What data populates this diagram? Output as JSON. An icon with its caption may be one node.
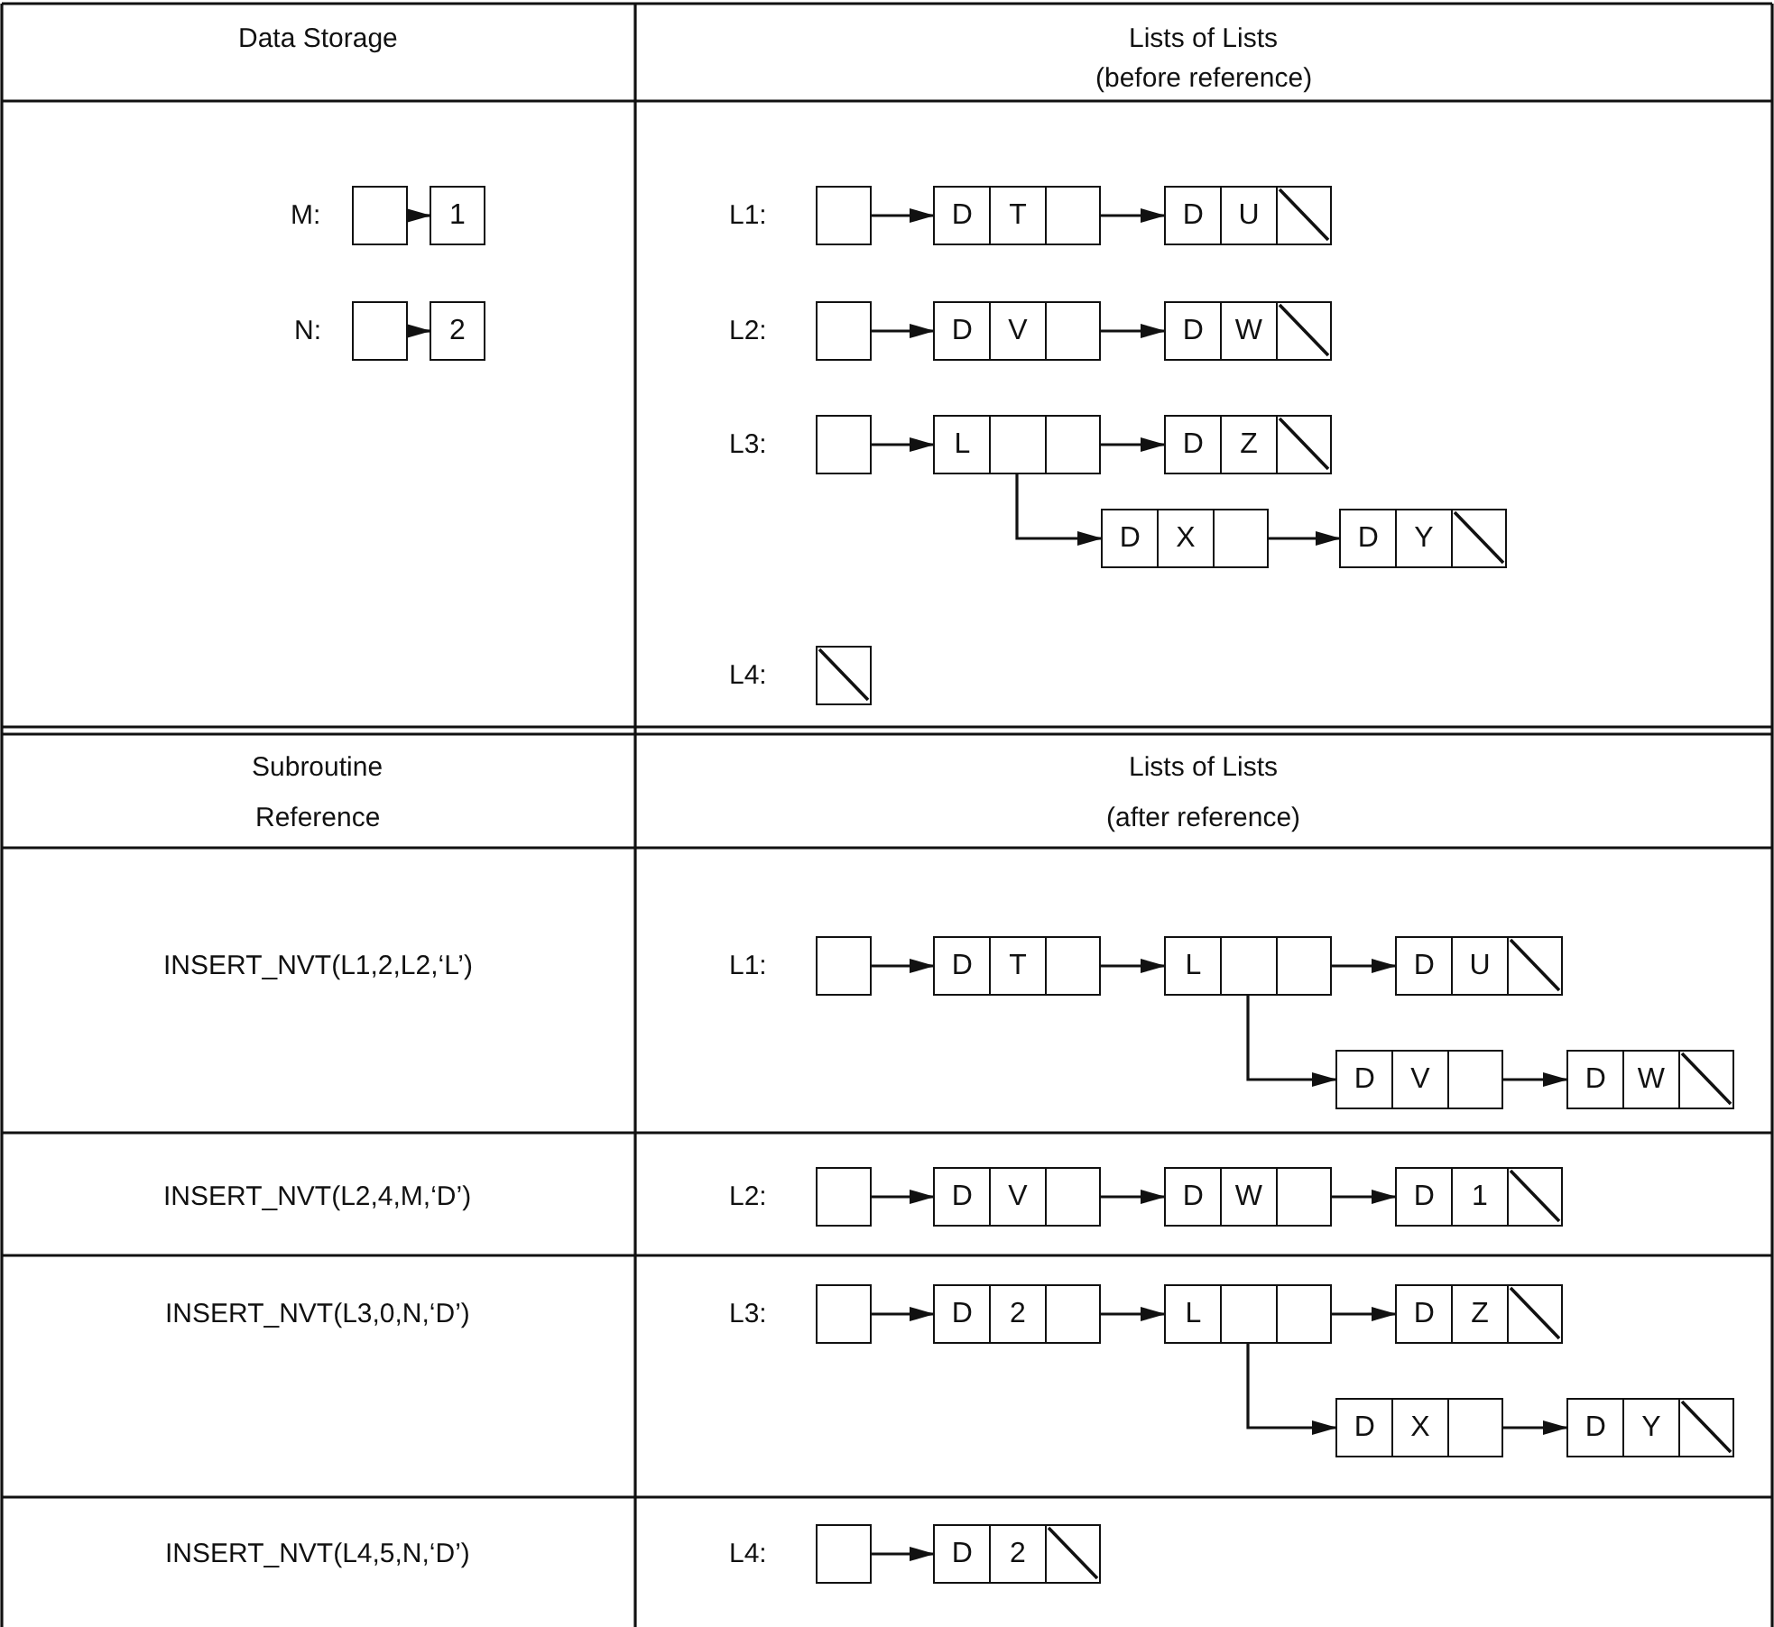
{
  "diagram": {
    "nodes": [
      {
        "text": [],
        "shape": "box"
      },
      {
        "text": [
          "1"
        ]
      },
      {
        "text": [],
        "shape": "box"
      },
      {
        "text": [
          "2"
        ]
      },
      {
        "text": [],
        "shape": "box"
      },
      {
        "text": [
          "D",
          "T"
        ]
      },
      {
        "text": [
          "D",
          "U"
        ]
      },
      {
        "text": [],
        "shape": "box"
      },
      {
        "text": [
          "D",
          "V"
        ]
      },
      {
        "text": [
          "D",
          "W"
        ]
      },
      {
        "text": [],
        "shape": "box"
      },
      {
        "text": [
          "L"
        ]
      },
      {
        "text": [
          "D",
          "Z"
        ]
      },
      {
        "text": [
          "D",
          "X"
        ]
      },
      {
        "text": [
          "D",
          "Y"
        ]
      },
      {
        "text": [],
        "shape": "box"
      },
      {
        "text": [],
        "shape": "box"
      },
      {
        "text": [
          "D",
          "T"
        ]
      },
      {
        "text": [
          "L"
        ]
      },
      {
        "text": [
          "D",
          "U"
        ]
      },
      {
        "text": [
          "D",
          "V"
        ]
      },
      {
        "text": [
          "D",
          "W"
        ]
      },
      {
        "text": [],
        "shape": "box"
      },
      {
        "text": [
          "D",
          "V"
        ]
      },
      {
        "text": [
          "D",
          "W"
        ]
      },
      {
        "text": [
          "D",
          "1"
        ]
      },
      {
        "text": [],
        "shape": "box"
      },
      {
        "text": [
          "D",
          "2"
        ]
      },
      {
        "text": [
          "L"
        ]
      },
      {
        "text": [
          "D",
          "Z"
        ]
      },
      {
        "text": [
          "D",
          "X"
        ]
      },
      {
        "text": [
          "D",
          "Y"
        ]
      },
      {
        "text": [],
        "shape": "box"
      },
      {
        "text": [
          "D",
          "2"
        ]
      }
    ],
    "edges": [
      {
        "from": 0,
        "to": 1,
        "arrow": "to"
      },
      {
        "from": 2,
        "to": 3,
        "arrow": "to"
      },
      {
        "from": 4,
        "to": 5,
        "arrow": "to"
      },
      {
        "from": 5,
        "to": 6,
        "arrow": "to"
      },
      {
        "from": 7,
        "to": 8,
        "arrow": "to"
      },
      {
        "from": 8,
        "to": 9,
        "arrow": "to"
      },
      {
        "from": 10,
        "to": 11,
        "arrow": "to"
      },
      {
        "from": 11,
        "to": 12,
        "arrow": "to"
      },
      {
        "from": 11,
        "to": 13,
        "arrow": "to"
      },
      {
        "from": 13,
        "to": 14,
        "arrow": "to"
      },
      {
        "from": 16,
        "to": 17,
        "arrow": "to"
      },
      {
        "from": 17,
        "to": 18,
        "arrow": "to"
      },
      {
        "from": 18,
        "to": 19,
        "arrow": "to"
      },
      {
        "from": 18,
        "to": 20,
        "arrow": "to"
      },
      {
        "from": 20,
        "to": 21,
        "arrow": "to"
      },
      {
        "from": 22,
        "to": 23,
        "arrow": "to"
      },
      {
        "from": 23,
        "to": 24,
        "arrow": "to"
      },
      {
        "from": 24,
        "to": 25,
        "arrow": "to"
      },
      {
        "from": 26,
        "to": 27,
        "arrow": "to"
      },
      {
        "from": 27,
        "to": 28,
        "arrow": "to"
      },
      {
        "from": 28,
        "to": 29,
        "arrow": "to"
      },
      {
        "from": 28,
        "to": 30,
        "arrow": "to"
      },
      {
        "from": 30,
        "to": 31,
        "arrow": "to"
      },
      {
        "from": 32,
        "to": 33,
        "arrow": "to"
      }
    ],
    "labels": [
      "Data Storage",
      "Lists of Lists",
      "(before reference)",
      "M:",
      "N:",
      "L1:",
      "L2:",
      "L3:",
      "L4:",
      "Subroutine",
      "Reference",
      "Lists of Lists",
      "(after reference)",
      "INSERT_NVT(L1,2,L2,‘L’)",
      "L1:",
      "INSERT_NVT(L2,4,M,‘D’)",
      "L2:",
      "INSERT_NVT(L3,0,N,‘D’)",
      "L3:",
      "INSERT_NVT(L4,5,N,‘D’)",
      "L4:"
    ]
  }
}
